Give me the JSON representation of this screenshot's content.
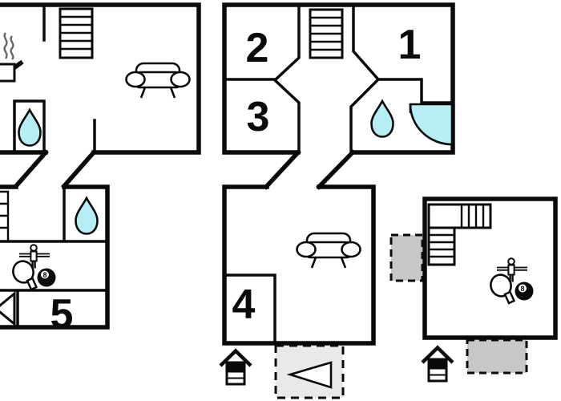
{
  "page": {
    "type": "holiday-home-floor-plan",
    "levels_shown": 3
  },
  "colors": {
    "wall": "#0a0a0a",
    "aqua": "#b5eef5",
    "terrace_light": "#e9e9e9",
    "terrace_mid": "#c7c7c7",
    "background": "#ffffff",
    "steam": "#666666"
  },
  "rooms": {
    "r1": "1",
    "r2": "2",
    "r3": "3",
    "r4": "4",
    "r5": "5"
  },
  "labels": {
    "eight_ball": "8"
  },
  "icons": {
    "bathroom": "water-drop-icon",
    "shower": "shower-quarter-icon",
    "sofa": "sofa-icon",
    "stairs": "stairs-icon",
    "kitchen": "stove-steam-icon",
    "table_tennis": "table-tennis-paddle-icon",
    "billiards": "eight-ball-icon",
    "foosball": "foosball-player-icon",
    "entrance": "entrance-house-icon",
    "arrow": "direction-arrow-icon",
    "terrace": "terrace-dashed-area"
  }
}
